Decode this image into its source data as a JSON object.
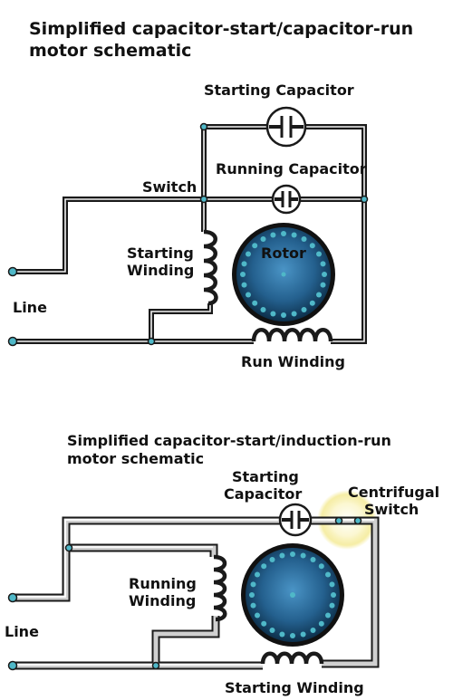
{
  "diagram1": {
    "title_line1": "Simplified capacitor-start/capacitor-run",
    "title_line2": "motor schematic",
    "labels": {
      "starting_capacitor": "Starting Capacitor",
      "running_capacitor": "Running Capacitor",
      "switch": "Switch",
      "starting_winding_1": "Starting",
      "starting_winding_2": "Winding",
      "rotor": "Rotor",
      "line": "Line",
      "run_winding": "Run Winding"
    }
  },
  "diagram2": {
    "title_line1": "Simplified capacitor-start/induction-run",
    "title_line2": "motor schematic",
    "labels": {
      "starting_capacitor_1": "Starting",
      "starting_capacitor_2": "Capacitor",
      "centrifugal_switch_1": "Centrifugal",
      "centrifugal_switch_2": "Switch",
      "running_winding_1": "Running",
      "running_winding_2": "Winding",
      "line": "Line",
      "starting_winding": "Starting Winding"
    }
  },
  "colors": {
    "wire_outline": "#1a1a1a",
    "wire_fill_top": "#ffffff",
    "wire_fill_bottom": "#c8c8c8",
    "terminal_dot": "#4fb8c8",
    "rotor_dark": "#0d2f4a",
    "rotor_light": "#3f82b5",
    "rotor_rim": "#111111",
    "highlight_glow": "#f2e680"
  }
}
